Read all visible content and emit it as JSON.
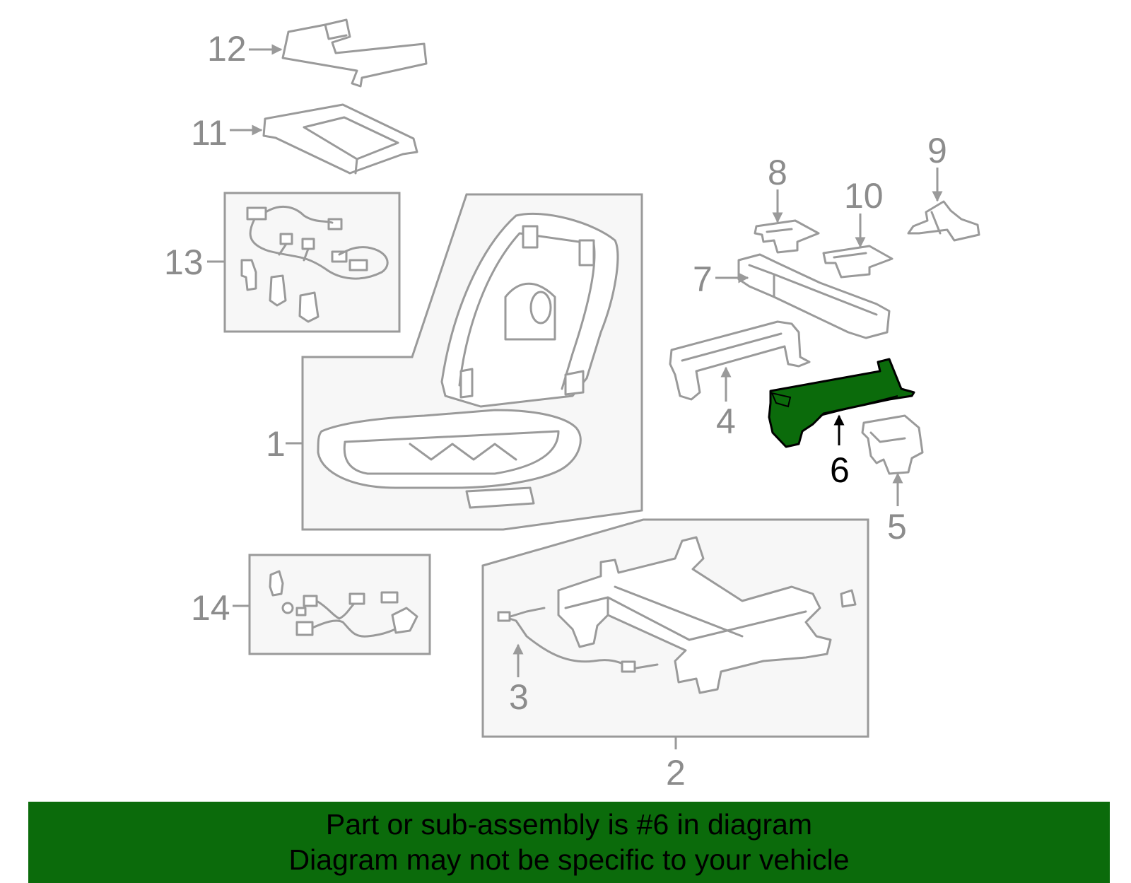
{
  "diagram": {
    "callouts": {
      "c1": "1",
      "c2": "2",
      "c3": "3",
      "c4": "4",
      "c5": "5",
      "c6": "6",
      "c7": "7",
      "c8": "8",
      "c9": "9",
      "c10": "10",
      "c11": "11",
      "c12": "12",
      "c13": "13",
      "c14": "14"
    },
    "highlight_color": "#0b6b0b",
    "line_color": "#9a9a9a"
  },
  "banner": {
    "line1": "Part or sub-assembly is #6 in diagram",
    "line2": "Diagram may not be specific to your vehicle",
    "background": "#0b6b0b"
  }
}
